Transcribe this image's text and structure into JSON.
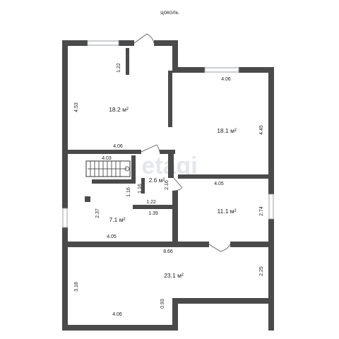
{
  "floor_title": "цоколь",
  "watermark": "etagi",
  "colors": {
    "wall": "#4a4a4a",
    "window": "#9aa0a6",
    "background": "#ffffff"
  },
  "rooms": [
    {
      "id": "room-top-left",
      "area": "18.2 м²"
    },
    {
      "id": "room-top-right",
      "area": "18.1 м²"
    },
    {
      "id": "room-hall",
      "area": "2.6 м²"
    },
    {
      "id": "room-middle-right",
      "area": "11.1 м²"
    },
    {
      "id": "room-stair",
      "area": "7.1 м²"
    },
    {
      "id": "room-bottom",
      "area": "23.1 м²"
    }
  ],
  "dimensions": [
    "1.22",
    "4.53",
    "4.06",
    "4.06",
    "4.45",
    "4.03",
    "2.16",
    "1.16",
    "1.16",
    "4.05",
    "2.37",
    "1.22",
    "1.39",
    "2.74",
    "4.05",
    "8.66",
    "3.18",
    "2.25",
    "4.06",
    "0.93"
  ]
}
